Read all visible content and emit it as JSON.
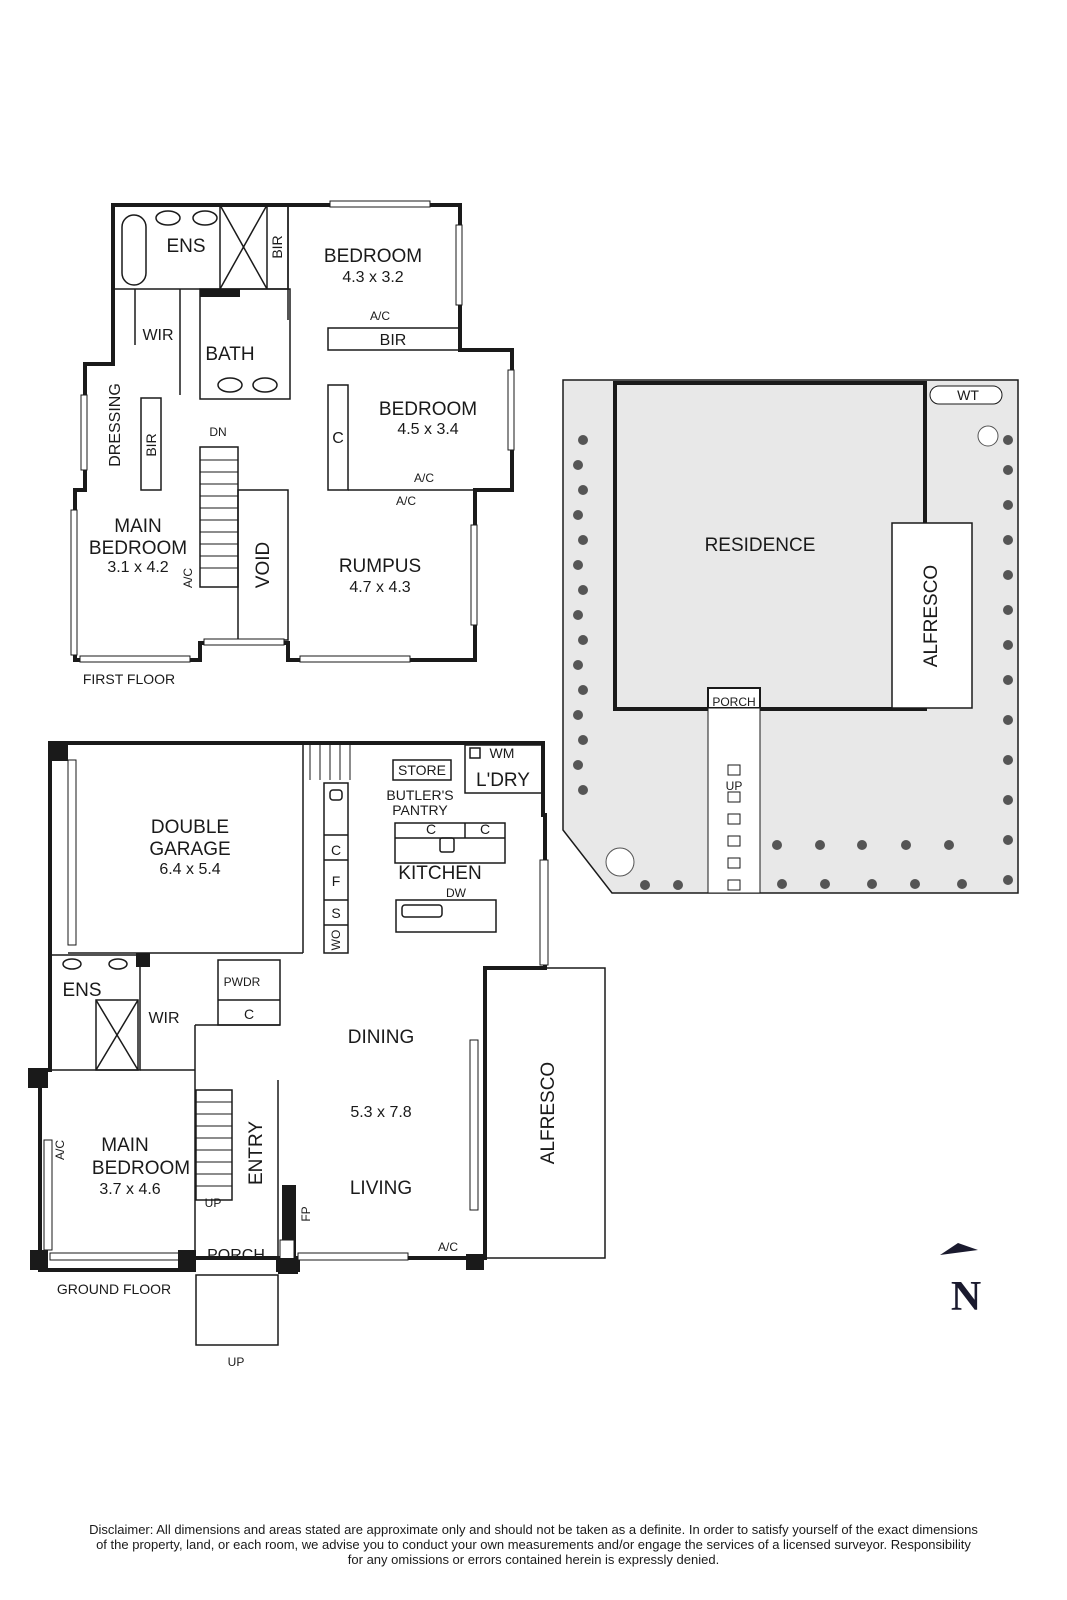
{
  "first_floor": {
    "title": "FIRST FLOOR",
    "rooms": [
      {
        "name": "ENS",
        "dims": ""
      },
      {
        "name": "BIR",
        "dims": ""
      },
      {
        "name": "BEDROOM",
        "dims": "4.3 x 3.2"
      },
      {
        "name": "WIR",
        "dims": ""
      },
      {
        "name": "BATH",
        "dims": ""
      },
      {
        "name": "BIR",
        "dims": ""
      },
      {
        "name": "DRESSING",
        "dims": ""
      },
      {
        "name": "BIR",
        "dims": ""
      },
      {
        "name": "BEDROOM",
        "dims": "4.5 x 3.4"
      },
      {
        "name": "C",
        "dims": ""
      },
      {
        "name": "MAIN BEDROOM",
        "line1": "MAIN",
        "line2": "BEDROOM",
        "dims": "3.1 x 4.2"
      },
      {
        "name": "VOID",
        "dims": ""
      },
      {
        "name": "RUMPUS",
        "dims": "4.7 x 4.3"
      }
    ],
    "annotations": {
      "ac": "A/C",
      "dn": "DN"
    }
  },
  "ground_floor": {
    "title": "GROUND FLOOR",
    "rooms": {
      "garage": {
        "line1": "DOUBLE",
        "line2": "GARAGE",
        "dims": "6.4 x 5.4"
      },
      "store": "STORE",
      "wm": "WM",
      "laundry": "L'DRY",
      "pantry": {
        "line1": "BUTLER'S",
        "line2": "PANTRY"
      },
      "kitchen": "KITCHEN",
      "dw": "DW",
      "c": "C",
      "f": "F",
      "s": "S",
      "wo": "WO",
      "ens": "ENS",
      "wir": "WIR",
      "pwdr": "PWDR",
      "dining": "DINING",
      "living_dims": "5.3 x 7.8",
      "living": "LIVING",
      "alfresco": "ALFRESCO",
      "main_bedroom": {
        "line1": "MAIN",
        "line2": "BEDROOM",
        "dims": "3.7 x 4.6"
      },
      "entry": "ENTRY",
      "porch": "PORCH",
      "fp": "FP",
      "up": "UP",
      "ac": "A/C"
    }
  },
  "site_plan": {
    "residence": "RESIDENCE",
    "alfresco": "ALFRESCO",
    "porch": "PORCH",
    "wt": "WT",
    "up": "UP"
  },
  "compass": {
    "label": "N"
  },
  "disclaimer": {
    "line1": "Disclaimer: All dimensions and areas stated are approximate only and should not be taken as a definite. In order to satisfy yourself of the exact dimensions",
    "line2": "of the property, land, or each room, we advise you to conduct your own measurements and/or engage the services of a licensed surveyor. Responsibility",
    "line3": "for any omissions or errors contained herein is expressly denied."
  }
}
